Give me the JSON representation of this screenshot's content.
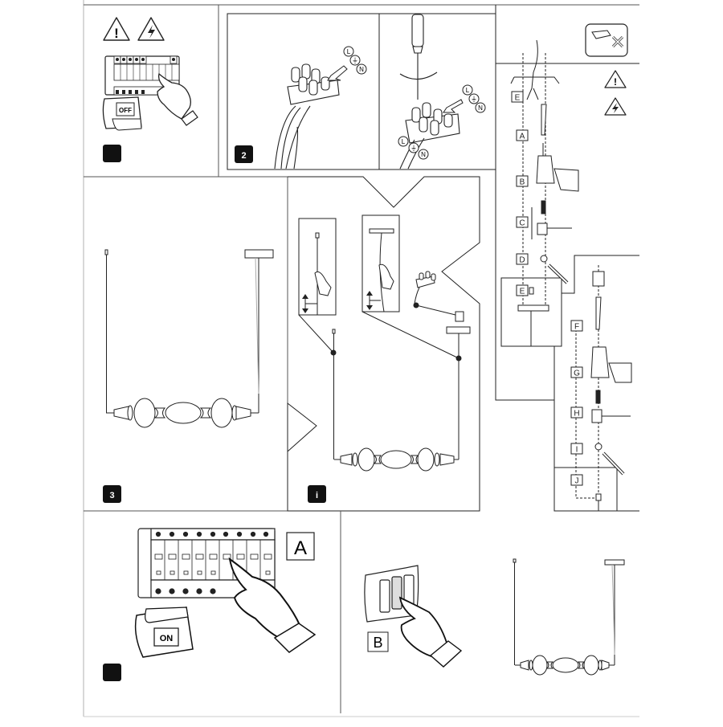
{
  "document": {
    "type": "lamp installation instructions",
    "colors": {
      "line": "#222222",
      "frame": "#555555",
      "badge": "#111111",
      "page": "#ffffff",
      "margin": "#cccccc"
    }
  },
  "panels": [
    {
      "id": "step-1",
      "badge": "",
      "caption_icons": [
        "warning-icon",
        "electric-hazard-icon"
      ],
      "switch_label": "OFF"
    },
    {
      "id": "step-2",
      "badge": "2",
      "terminal_labels": [
        "L",
        "⏚",
        "N"
      ]
    },
    {
      "id": "step-2b",
      "terminal_labels": [
        "L",
        "⏚",
        "N"
      ],
      "bottom_labels": [
        "L",
        "⏚",
        "N"
      ]
    },
    {
      "id": "step-3",
      "badge": "3"
    },
    {
      "id": "step-info",
      "badge": "i"
    },
    {
      "id": "mounting",
      "labels": [
        "E",
        "A",
        "B",
        "C",
        "D",
        "E"
      ],
      "icons": [
        "no-drill-pipes-icon",
        "warning-icon",
        "electric-hazard-icon"
      ]
    },
    {
      "id": "mounting-alt",
      "labels": [
        "F",
        "G",
        "H",
        "I",
        "J"
      ]
    },
    {
      "id": "step-4",
      "badge": "",
      "label": "A",
      "switch_label": "ON"
    },
    {
      "id": "step-5",
      "label": "B"
    }
  ]
}
